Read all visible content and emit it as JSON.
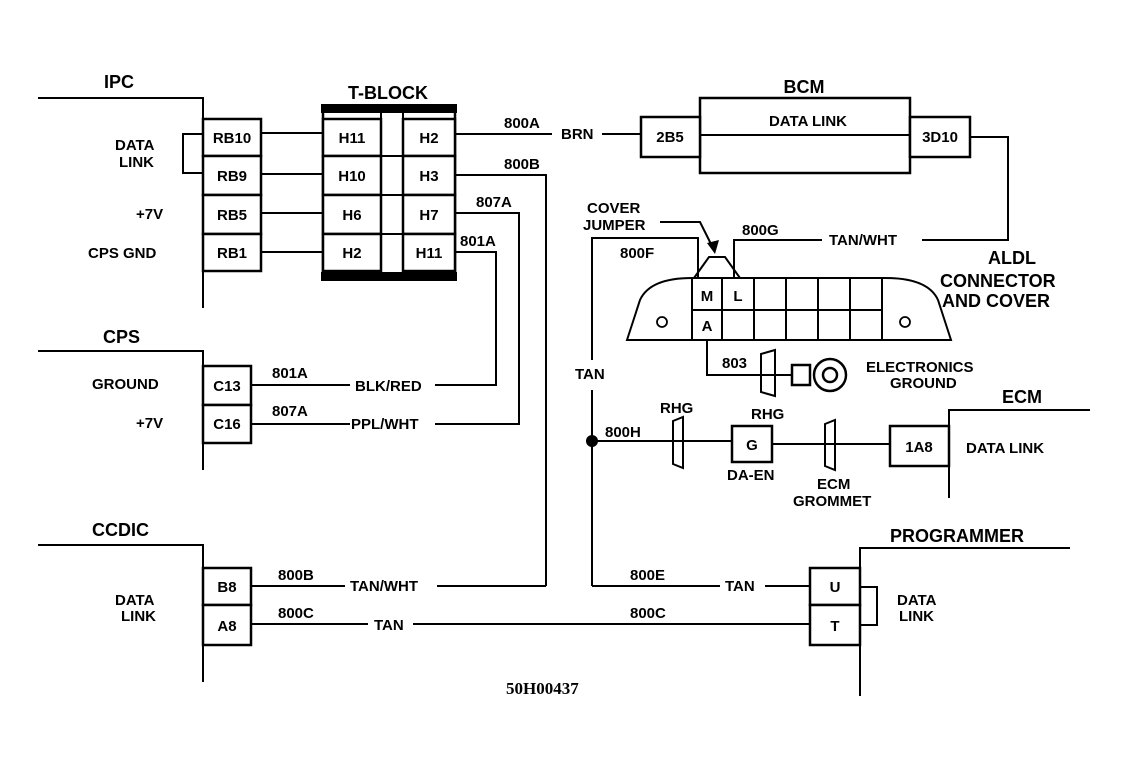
{
  "ipc": {
    "title": "IPC",
    "data_link_1": "DATA",
    "data_link_2": "LINK",
    "p7v": "+7V",
    "cps_gnd": "CPS GND",
    "pins": [
      "RB10",
      "RB9",
      "RB5",
      "RB1"
    ]
  },
  "tblock": {
    "title": "T-BLOCK",
    "left": [
      "H11",
      "H10",
      "H6",
      "H2"
    ],
    "right": [
      "H2",
      "H3",
      "H7",
      "H11"
    ]
  },
  "bcm": {
    "title": "BCM",
    "data_link": "DATA LINK",
    "pin_left": "2B5",
    "pin_right": "3D10"
  },
  "cps": {
    "title": "CPS",
    "ground": "GROUND",
    "p7v": "+7V",
    "pins": [
      "C13",
      "C16"
    ]
  },
  "ccdic": {
    "title": "CCDIC",
    "data_link_1": "DATA",
    "data_link_2": "LINK",
    "pins": [
      "B8",
      "A8"
    ]
  },
  "aldl": {
    "cover_jumper_1": "COVER",
    "cover_jumper_2": "JUMPER",
    "title_1": "ALDL",
    "title_2": "CONNECTOR",
    "title_3": "AND COVER",
    "cells": [
      "M",
      "L",
      "A"
    ]
  },
  "electronics_ground": {
    "line1": "ELECTRONICS",
    "line2": "GROUND"
  },
  "ecm": {
    "title": "ECM",
    "data_link": "DATA LINK",
    "pin": "1A8"
  },
  "rhg_left": "RHG",
  "rhg_right": "RHG",
  "da_en": {
    "pin": "G",
    "label": "DA-EN"
  },
  "ecm_grommet": {
    "line1": "ECM",
    "line2": "GROMMET"
  },
  "programmer": {
    "title": "PROGRAMMER",
    "data_link_1": "DATA",
    "data_link_2": "LINK",
    "pins": [
      "U",
      "T"
    ]
  },
  "wires": {
    "w800A": "800A",
    "brn": "BRN",
    "w800B_top": "800B",
    "w807A_top": "807A",
    "w801A_top": "801A",
    "w800G": "800G",
    "tan_wht_aldl": "TAN/WHT",
    "w800F": "800F",
    "w803": "803",
    "tan_vert": "TAN",
    "w801A_cps": "801A",
    "blk_red": "BLK/RED",
    "w807A_cps": "807A",
    "ppl_wht": "PPL/WHT",
    "w800H": "800H",
    "w800B_ccdic": "800B",
    "tan_wht_ccdic": "TAN/WHT",
    "w800C_left": "800C",
    "tan_ccdic": "TAN",
    "w800E": "800E",
    "tan_prog": "TAN",
    "w800C_right": "800C"
  },
  "diagram_code": "50H00437"
}
